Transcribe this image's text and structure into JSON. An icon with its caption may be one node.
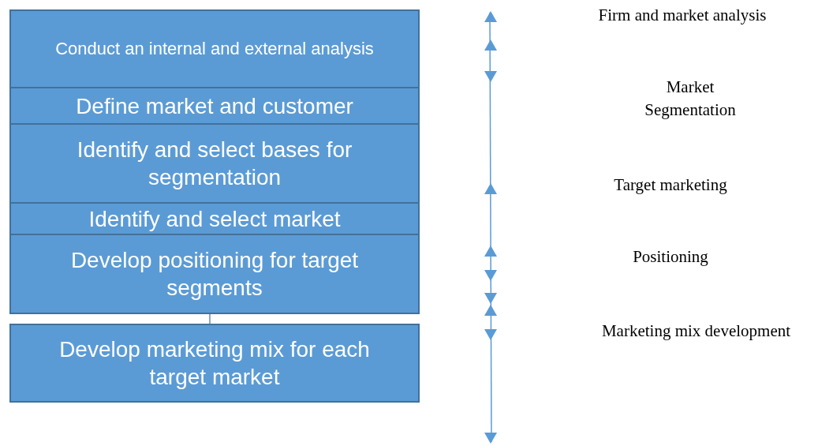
{
  "diagram": {
    "nodes": [
      {
        "text": [
          "Conduct an internal and external analysis"
        ]
      },
      {
        "text": [
          "Define market and customer"
        ]
      },
      {
        "text": [
          "Identify and select bases for segmentation"
        ]
      },
      {
        "text": [
          "Identify and select market"
        ]
      },
      {
        "text": [
          "Develop positioning for target segments"
        ]
      },
      {
        "text": [
          "Develop marketing mix for each target market"
        ]
      }
    ],
    "edges": [
      {
        "from": 4,
        "to": 5,
        "arrow": "none"
      }
    ],
    "labels": [
      "Firm and market analysis",
      "Market Segmentation",
      "Target marketing",
      "Positioning",
      "Marketing mix development"
    ]
  }
}
